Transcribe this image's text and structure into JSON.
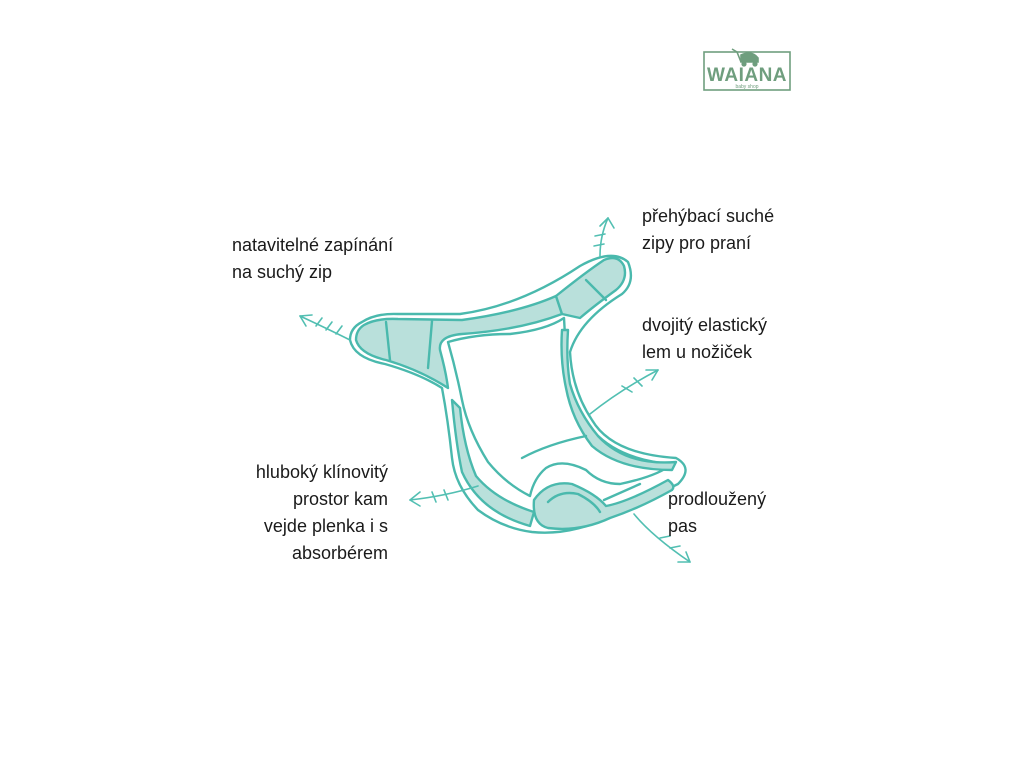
{
  "logo": {
    "name": "WAIANA",
    "tagline": "baby shop",
    "color": "#6f9e7e"
  },
  "colors": {
    "outline": "#4ab9ad",
    "fill": "#b9e0db",
    "arrow": "#52bfb2"
  },
  "labels": {
    "closure": [
      "natavitelné zapínání",
      "na suchý zip"
    ],
    "tabs": [
      "přehýbací suché",
      "zipy pro praní"
    ],
    "leg": [
      "dvojitý elastický",
      "lem u nožiček"
    ],
    "pocket": [
      "hluboký klínovitý",
      "prostor kam",
      "vejde plenka i s",
      "absorbérem"
    ],
    "waist": [
      "prodloužený",
      "pas"
    ]
  }
}
